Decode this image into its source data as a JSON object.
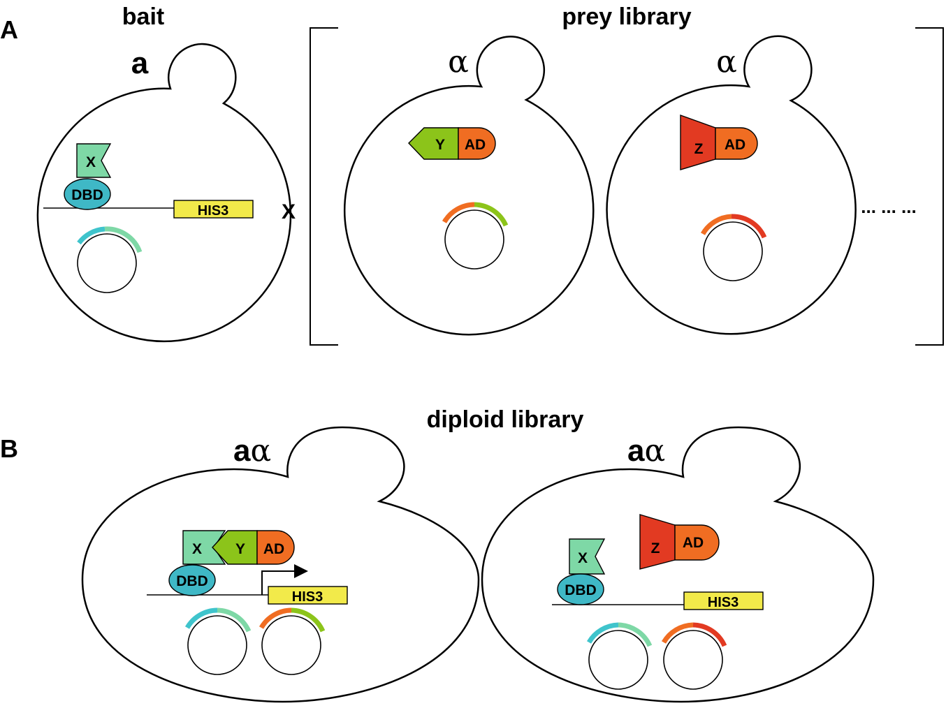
{
  "panel_a": {
    "label": "A",
    "bait": {
      "title": "bait",
      "mating_type": "a",
      "bait_protein": "X",
      "dna_binding_domain": "DBD",
      "reporter_gene": "HIS3"
    },
    "cross_symbol": "X",
    "prey_library": {
      "title": "prey library",
      "continuation": "... ... ...",
      "cells": [
        {
          "mating_type": "α",
          "prey_protein": "Y",
          "activation_domain": "AD"
        },
        {
          "mating_type": "α",
          "prey_protein": "Z",
          "activation_domain": "AD"
        }
      ]
    }
  },
  "panel_b": {
    "label": "B",
    "title": "diploid library",
    "cells": [
      {
        "mating_type_a": "a",
        "mating_type_alpha": "α",
        "bait_protein": "X",
        "prey_protein": "Y",
        "activation_domain": "AD",
        "dna_binding_domain": "DBD",
        "reporter_gene": "HIS3",
        "reporter_active": true
      },
      {
        "mating_type_a": "a",
        "mating_type_alpha": "α",
        "bait_protein": "X",
        "prey_protein": "Z",
        "activation_domain": "AD",
        "dna_binding_domain": "DBD",
        "reporter_gene": "HIS3",
        "reporter_active": false
      }
    ]
  },
  "colors": {
    "dbd": "#3fb8c6",
    "bait": "#7ed8a6",
    "prey_y": "#8cc41a",
    "prey_z": "#e23a22",
    "ad": "#f06d22",
    "reporter": "#f2ea4a",
    "outline": "#000000"
  }
}
